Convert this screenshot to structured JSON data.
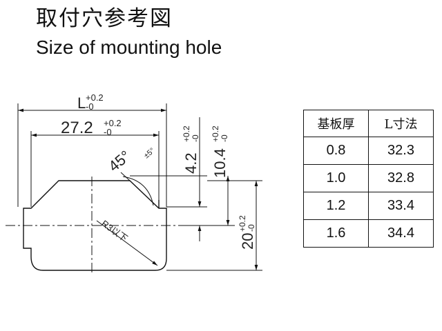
{
  "title": {
    "japanese": "取付穴参考図",
    "english": "Size of mounting hole"
  },
  "dimensions": {
    "L": {
      "base": "L",
      "tol_upper": "+0.2",
      "tol_lower": "-0"
    },
    "d272": {
      "base": "27.2",
      "tol_upper": "+0.2",
      "tol_lower": "-0"
    },
    "angle": {
      "base": "45°",
      "tol": "±5°"
    },
    "d42": {
      "base": "4.2",
      "tol_upper": "+0.2",
      "tol_lower": "-0"
    },
    "d104": {
      "base": "10.4",
      "tol_upper": "+0.2",
      "tol_lower": "-0"
    },
    "d20": {
      "base": "20",
      "tol_upper": "+0.2",
      "tol_lower": "-0"
    },
    "radius_note": "R3以下"
  },
  "table": {
    "headers": [
      "基板厚",
      "L寸法"
    ],
    "rows": [
      [
        "0.8",
        "32.3"
      ],
      [
        "1.0",
        "32.8"
      ],
      [
        "1.2",
        "33.4"
      ],
      [
        "1.6",
        "34.4"
      ]
    ]
  }
}
